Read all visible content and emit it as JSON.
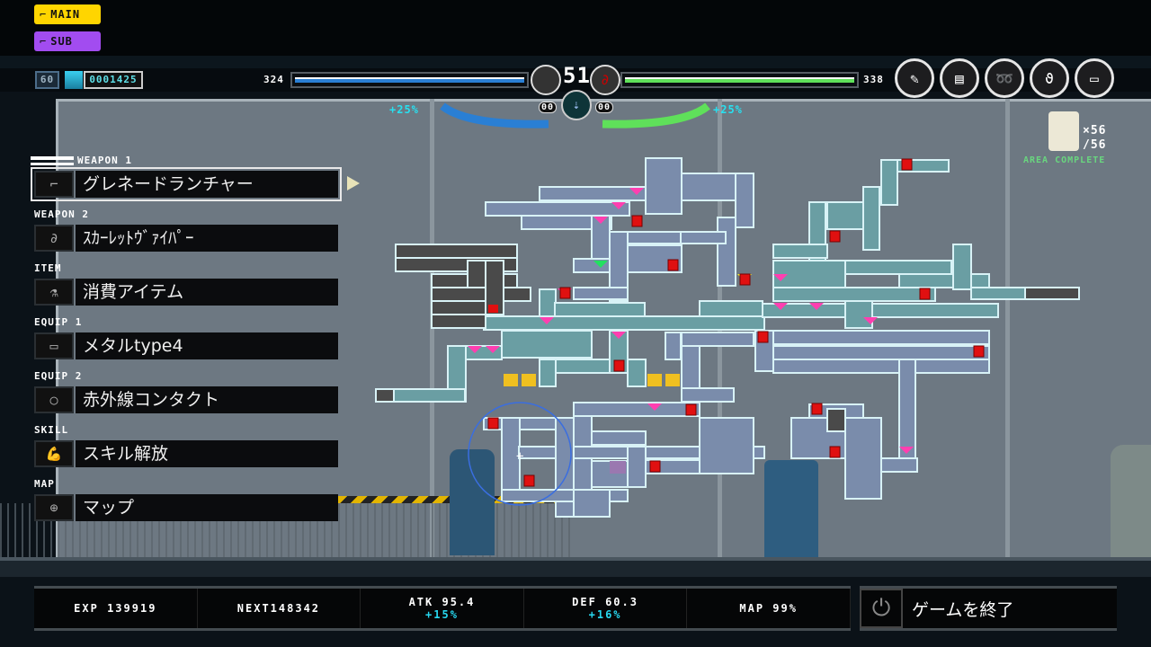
{
  "tags": {
    "main": "MAIN",
    "sub": "SUB"
  },
  "hud": {
    "level": "60",
    "money": "0001425",
    "hp_left": "324",
    "hp_right": "338",
    "center_count": "51",
    "left_ammo": "00",
    "right_ammo": "00",
    "left_bonus": "+25%",
    "right_bonus": "+25%",
    "hp_left_fill": 1.0,
    "hp_right_fill": 1.0
  },
  "tool_icons": [
    "pen-icon",
    "keycard-icon",
    "scribble-icon",
    "whip-icon",
    "chip-icon"
  ],
  "area": {
    "count": "×56",
    "total": "/56",
    "status": "AREA COMPLETE"
  },
  "slots": [
    {
      "label": "WEAPON 1",
      "name": "グレネードランチャー",
      "icon": "launcher-icon"
    },
    {
      "label": "WEAPON 2",
      "name": "ｽｶｰﾚｯﾄｳﾞｧｲﾊﾟｰ",
      "icon": "scarlet-viper-icon"
    },
    {
      "label": "ITEM",
      "name": "消費アイテム",
      "icon": "flask-icon"
    },
    {
      "label": "EQUIP 1",
      "name": "メタルtype4",
      "icon": "tape-icon"
    },
    {
      "label": "EQUIP 2",
      "name": "赤外線コンタクト",
      "icon": "contact-icon"
    },
    {
      "label": "SKILL",
      "name": "スキル解放",
      "icon": "arm-icon"
    },
    {
      "label": "MAP",
      "name": "マップ",
      "icon": "map-pin-icon"
    }
  ],
  "stats": {
    "exp": "EXP 139919",
    "next": "NEXT148342",
    "atk": "ATK 95.4",
    "atk_bonus": "+15%",
    "def": "DEF 60.3",
    "def_bonus": "+16%",
    "map": "MAP  99%"
  },
  "quit": {
    "label": "ゲームを終了"
  },
  "colors": {
    "hp_blue": "#2a7fd4",
    "hp_green": "#5fe05a",
    "main": "#ffd500",
    "sub": "#a24cf0",
    "area": "#69d67f"
  }
}
